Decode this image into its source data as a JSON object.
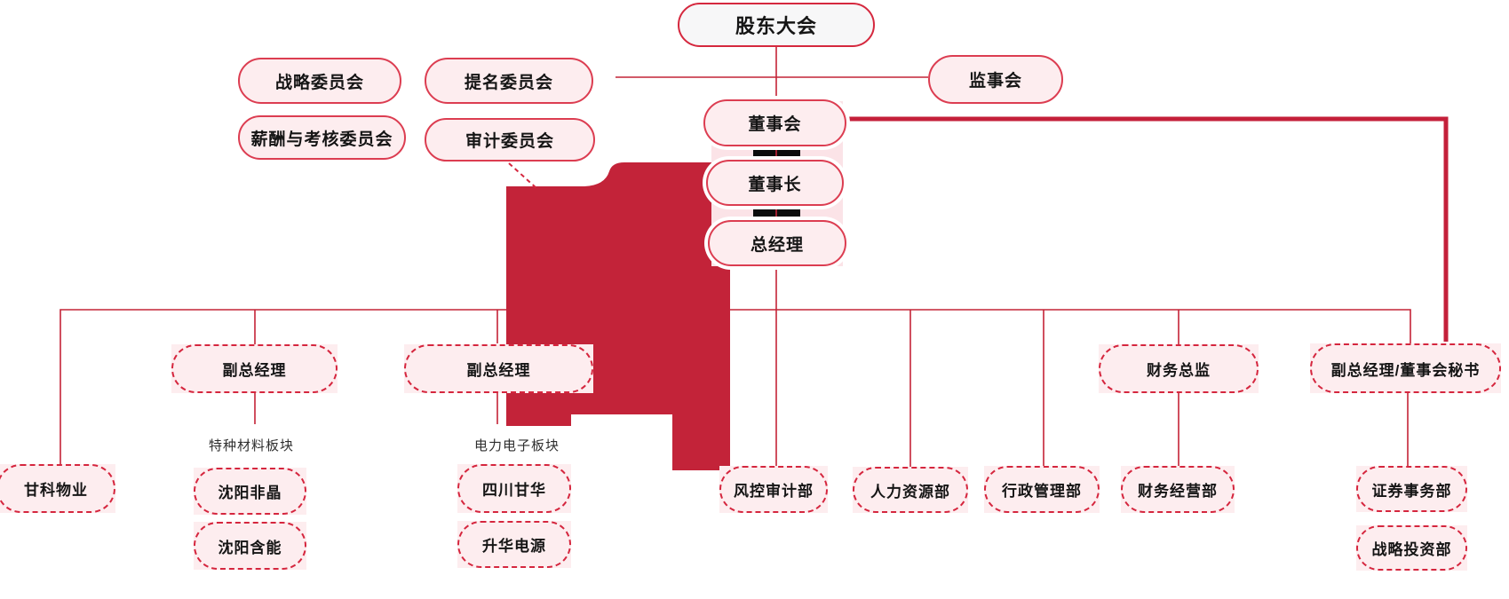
{
  "colors": {
    "line_red": "#c42337",
    "thick_red": "#c4203a",
    "blob_red": "#c32339",
    "solid_border": "#dc3d51",
    "dashed_border": "#d5263e",
    "node_fill": "#fdedef",
    "top_node_fill": "#f7f7f8",
    "strip_fill": "#fbe3e7",
    "bar_black": "#0b0b0b"
  },
  "nodes": {
    "shareholders": "股东大会",
    "strategy_committee": "战略委员会",
    "nomination_committee": "提名委员会",
    "supervisory_board": "监事会",
    "remuneration_committee": "薪酬与考核委员会",
    "audit_committee": "审计委员会",
    "board": "董事会",
    "chairman": "董事长",
    "general_manager": "总经理",
    "vp_left": "副总经理",
    "vp_mid": "副总经理",
    "cfo": "财务总监",
    "vp_secretary": "副总经理/董事会秘书",
    "ganke_property": "甘科物业",
    "shenyang_feijing": "沈阳非晶",
    "shenyang_hanneng": "沈阳含能",
    "sichuan_ganhua": "四川甘华",
    "shenghua_power": "升华电源",
    "risk_audit_dept": "风控审计部",
    "hr_dept": "人力资源部",
    "admin_dept": "行政管理部",
    "finance_ops_dept": "财务经营部",
    "securities_dept": "证券事务部",
    "strategic_investment_dept": "战略投资部"
  },
  "labels": {
    "special_materials": "特种材料板块",
    "power_electronics": "电力电子板块"
  }
}
